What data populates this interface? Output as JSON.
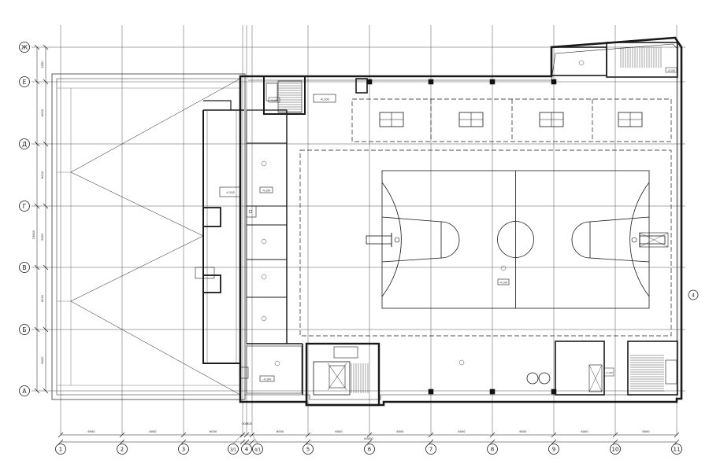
{
  "axes_rows": [
    {
      "label": "Ж",
      "dim": "3950"
    },
    {
      "label": "Е",
      "dim": "6000"
    },
    {
      "label": "Д",
      "dim": "6000"
    },
    {
      "label": "Г",
      "dim": "6000"
    },
    {
      "label": "В",
      "dim": "6000"
    },
    {
      "label": "Б",
      "dim": "6000"
    },
    {
      "label": "А",
      "dim": ""
    }
  ],
  "overall_vertical_dim": "33600",
  "axes_cols": [
    {
      "label": "1",
      "dim": "6000"
    },
    {
      "label": "2",
      "dim": "6000"
    },
    {
      "label": "3",
      "dim": "6000"
    },
    {
      "label": "3/1",
      "dim": "300"
    },
    {
      "label": "4",
      "dim": "300"
    },
    {
      "label": "4/1",
      "dim": "6000"
    },
    {
      "label": "5",
      "dim": "6000"
    },
    {
      "label": "6",
      "dim": "6000"
    },
    {
      "label": "7",
      "dim": "6000"
    },
    {
      "label": "8",
      "dim": "6000"
    },
    {
      "label": "9",
      "dim": "6000"
    },
    {
      "label": "10",
      "dim": "6000"
    },
    {
      "label": "11",
      "dim": ""
    }
  ],
  "overall_horizontal_dim": "60000",
  "level_marks": [
    "-4.100",
    "-4.100",
    "-4.100",
    "-4.100",
    "-4.100",
    "-4.100",
    "-4.100",
    "-4.100"
  ],
  "side_marker": "4",
  "colors": {
    "line": "#1a1a1a",
    "thin": "#555555",
    "wall": "#111111",
    "paper": "#ffffff"
  }
}
